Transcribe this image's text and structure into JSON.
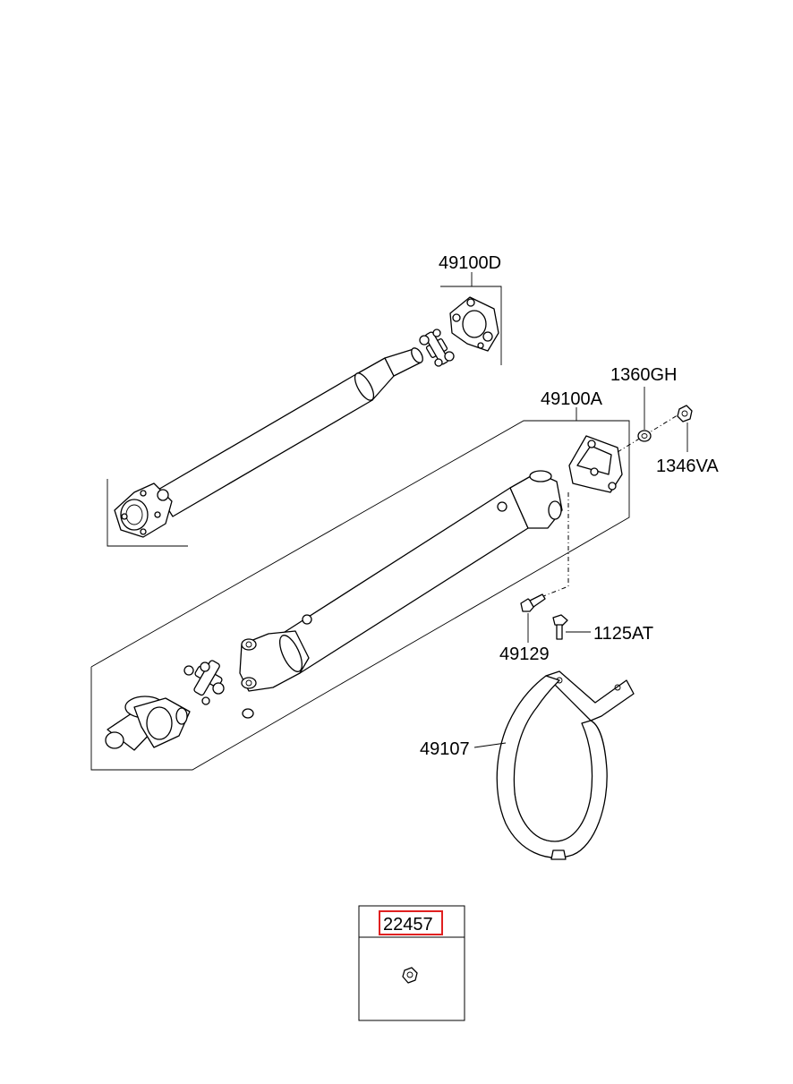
{
  "labels": {
    "shaft_assy_front": "49100D",
    "washer": "1360GH",
    "shaft_assy_rear": "49100A",
    "nut": "1346VA",
    "bolt_a": "49129",
    "bolt_b": "1125AT",
    "bracket": "49107",
    "callout_box": "22457"
  },
  "colors": {
    "highlight_box": "#e02020",
    "line": "#000000",
    "background": "#ffffff"
  }
}
